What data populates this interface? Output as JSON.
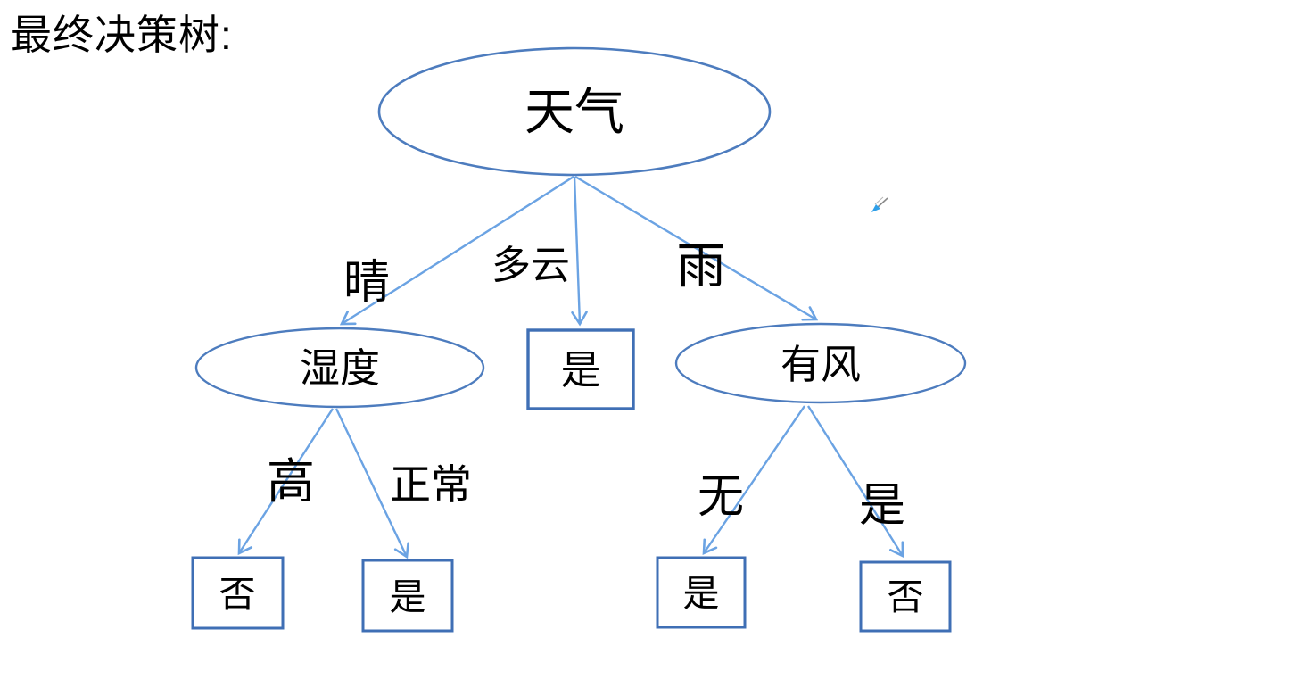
{
  "page": {
    "title": "最终决策树:"
  },
  "colors": {
    "ellipse_stroke": "#4d7cbe",
    "box_stroke": "#3f6fb5",
    "edge": "#6ba3e3",
    "text": "#000000",
    "background": "#ffffff",
    "cursor_tip": "#2f9fe8"
  },
  "diagram": {
    "type": "decision-tree",
    "nodes": [
      {
        "id": "weather",
        "shape": "ellipse",
        "label": "天气"
      },
      {
        "id": "humidity",
        "shape": "ellipse",
        "label": "湿度"
      },
      {
        "id": "overcast-leaf",
        "shape": "rect",
        "label": "是"
      },
      {
        "id": "windy",
        "shape": "ellipse",
        "label": "有风"
      },
      {
        "id": "humidity-high-leaf",
        "shape": "rect",
        "label": "否"
      },
      {
        "id": "humidity-normal-leaf",
        "shape": "rect",
        "label": "是"
      },
      {
        "id": "windy-none-leaf",
        "shape": "rect",
        "label": "是"
      },
      {
        "id": "windy-yes-leaf",
        "shape": "rect",
        "label": "否"
      }
    ],
    "edges": [
      {
        "from": "weather",
        "to": "humidity",
        "label": "晴"
      },
      {
        "from": "weather",
        "to": "overcast-leaf",
        "label": "多云"
      },
      {
        "from": "weather",
        "to": "windy",
        "label": "雨"
      },
      {
        "from": "humidity",
        "to": "humidity-high-leaf",
        "label": "高"
      },
      {
        "from": "humidity",
        "to": "humidity-normal-leaf",
        "label": "正常"
      },
      {
        "from": "windy",
        "to": "windy-none-leaf",
        "label": "无"
      },
      {
        "from": "windy",
        "to": "windy-yes-leaf",
        "label": "是"
      }
    ]
  }
}
